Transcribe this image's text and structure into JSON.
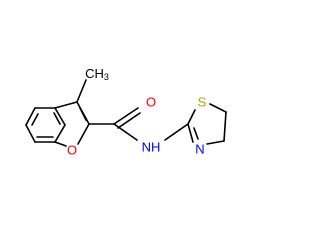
{
  "atoms": {
    "methyl": "CH",
    "methyl_sub": "3",
    "oxygen_carbonyl": "O",
    "oxygen_ring": "O",
    "nitrogen_amide": "NH",
    "sulfur": "S",
    "nitrogen_ring": "N"
  },
  "colors": {
    "carbon": "#000000",
    "oxygen": "#ff0000",
    "nitrogen": "#0000ff",
    "sulfur": "#b8a000"
  }
}
